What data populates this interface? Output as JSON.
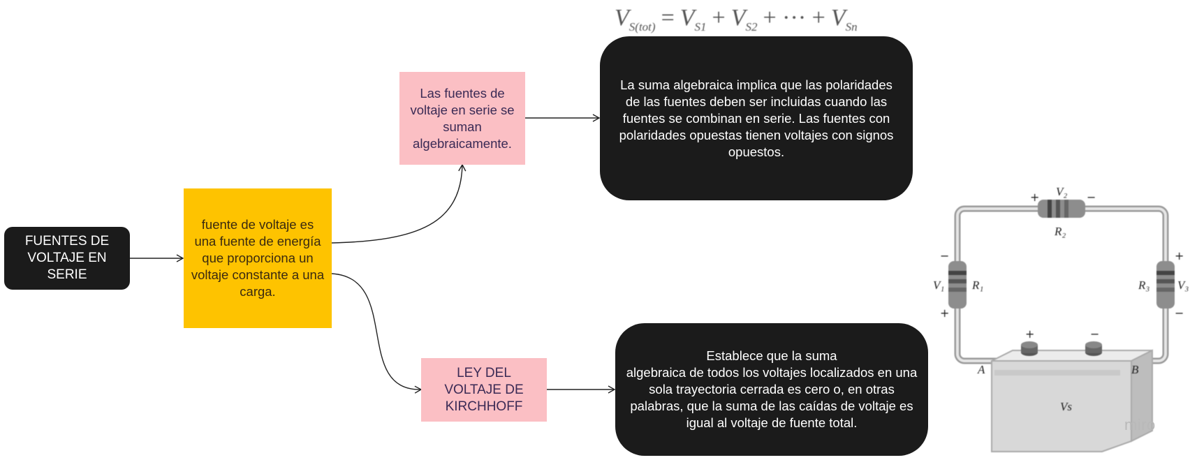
{
  "formula": {
    "parts": [
      "V",
      "S(tot)",
      "=",
      "V",
      "S1",
      "+",
      "V",
      "S2",
      "+ ··· +",
      "V",
      "Sn"
    ]
  },
  "nodes": {
    "root": "FUENTES DE\nVOLTAJE EN\nSERIE",
    "definition": "fuente de voltaje es una fuente de energía que proporciona un voltaje constante a una carga.",
    "series_sum": "Las fuentes de voltaje en serie se suman algebraicamente.",
    "kirchhoff": "LEY DEL\nVOLTAJE DE\nKIRCHHOFF",
    "series_sum_detail": "La suma algebraica implica que las polaridades de las fuentes deben ser incluidas cuando las fuentes se combinan en serie. Las fuentes con polaridades opuestas tienen voltajes con signos opuestos.",
    "kirchhoff_detail": "Establece que la suma\nalgebraica de todos los voltajes localizados en una sola trayectoria cerrada es cero o, en otras palabras, que la suma de las caídas de voltaje es igual al voltaje de fuente total."
  },
  "circuit_labels": {
    "v1": "V₁",
    "r1": "R₁",
    "v2": "V₂",
    "r2": "R₂",
    "v3": "V₃",
    "r3": "R₃",
    "vs": "Vs",
    "a": "A",
    "b": "B",
    "plus": "+",
    "minus": "−"
  },
  "watermark": "miro",
  "colors": {
    "dark": "#1b1b1b",
    "pink": "#fbbfc4",
    "yellow": "#fec300",
    "edge": "#222222"
  }
}
